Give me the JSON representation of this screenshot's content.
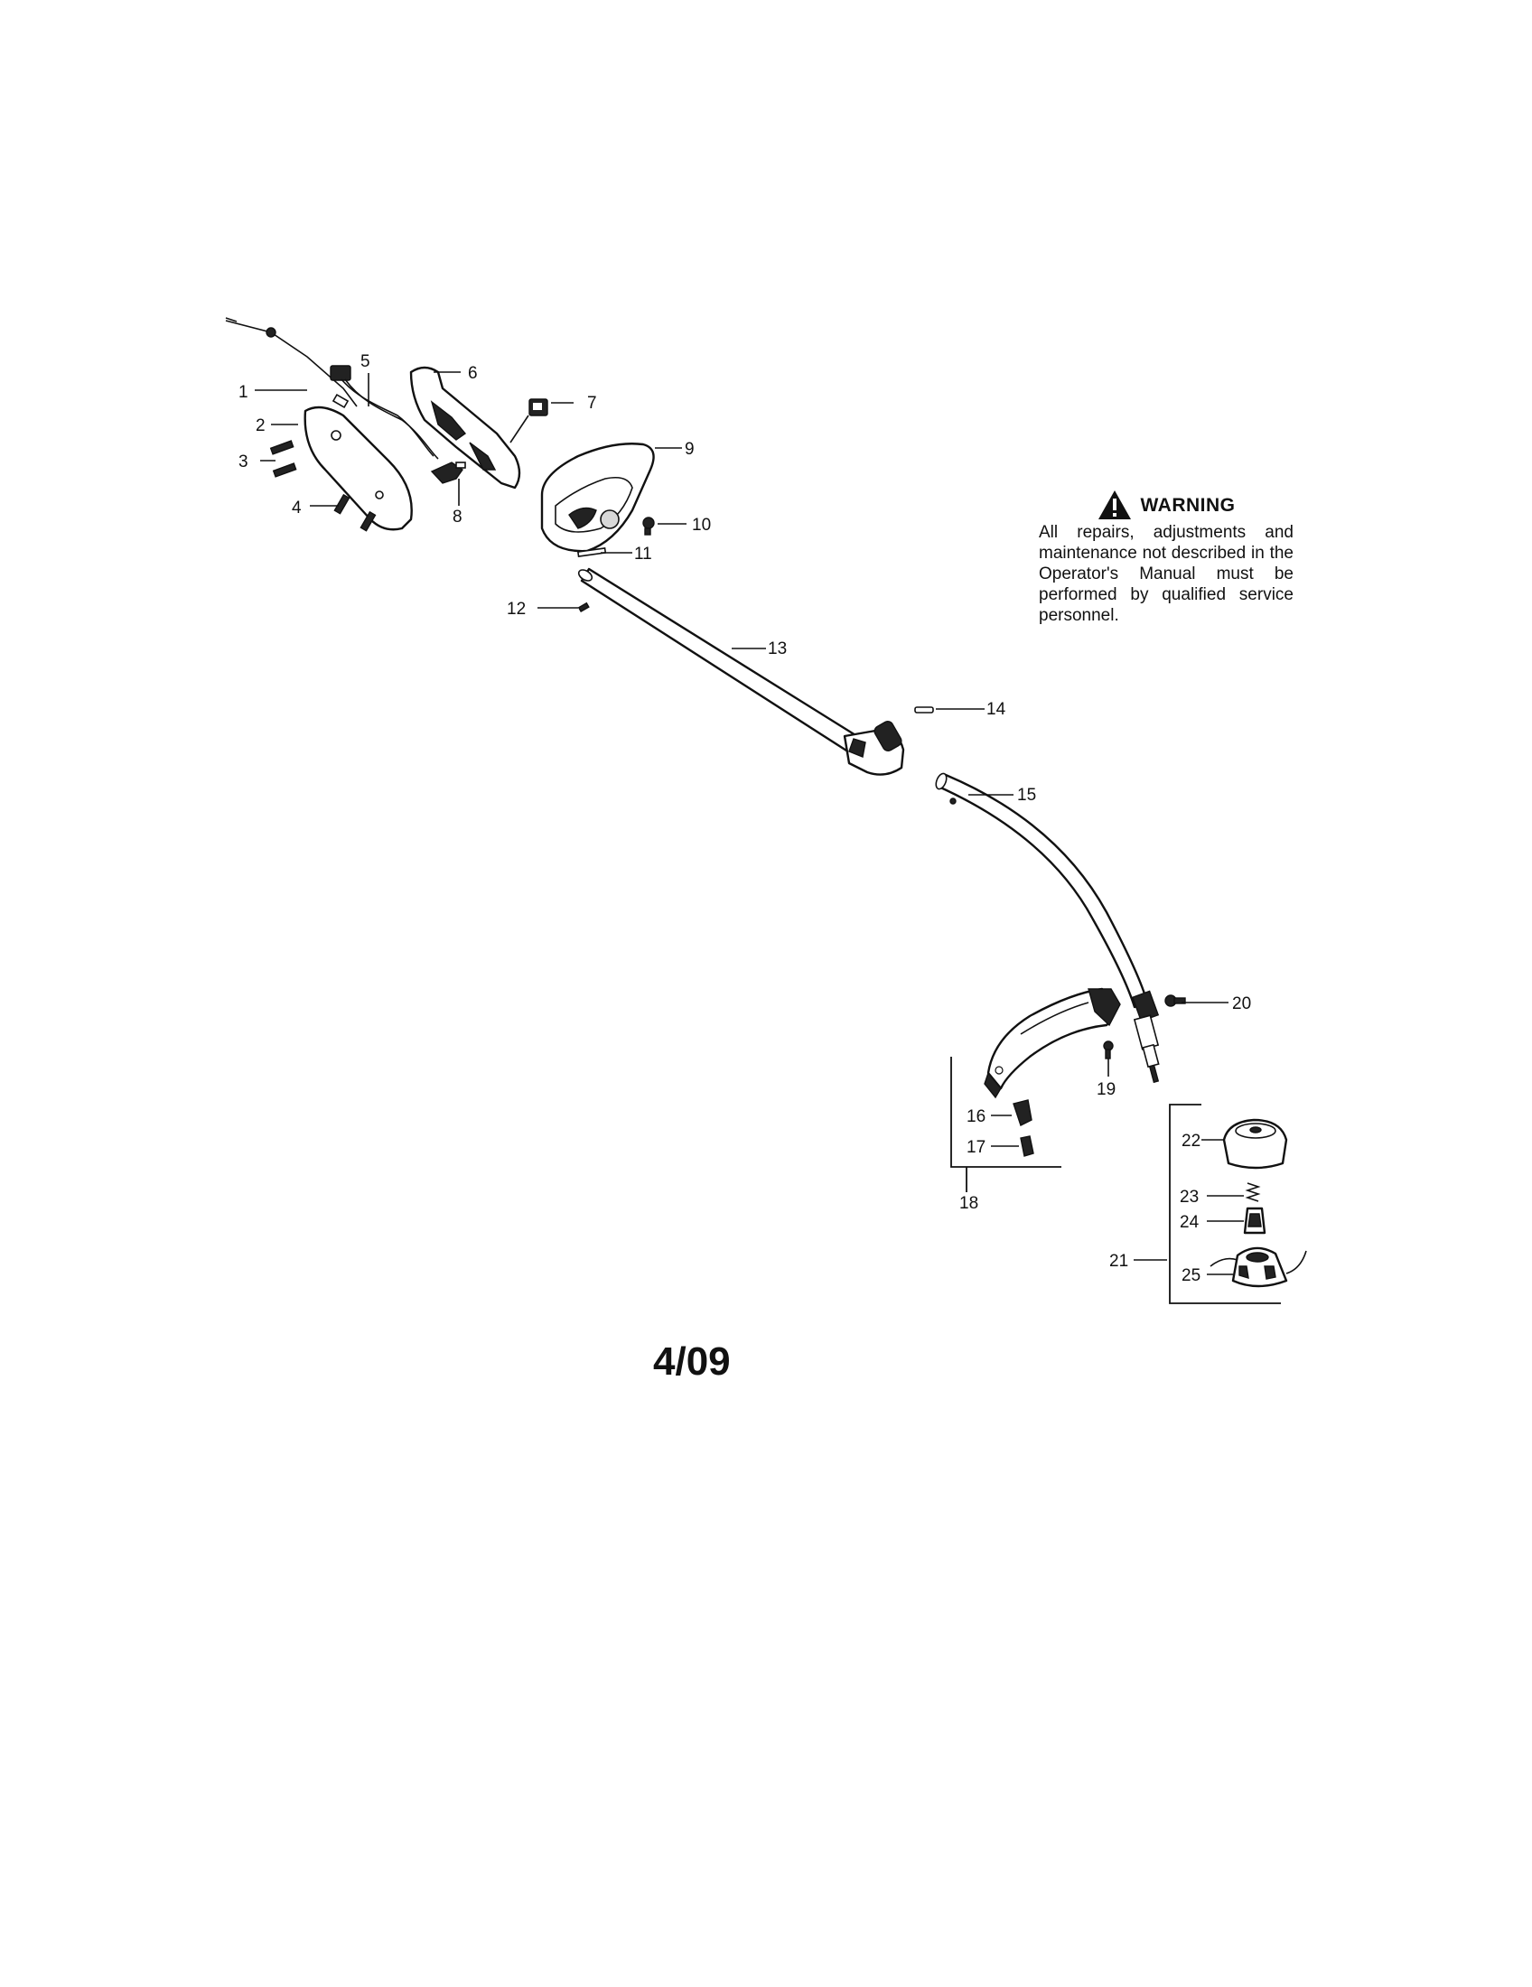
{
  "warning": {
    "title": "WARNING",
    "text": "All repairs, adjustments and maintenance not described in the Operator's Manual must be performed by qualified service personnel."
  },
  "revision_date": "4/09",
  "part_labels": [
    "1",
    "2",
    "3",
    "4",
    "5",
    "6",
    "7",
    "8",
    "9",
    "10",
    "11",
    "12",
    "13",
    "14",
    "15",
    "16",
    "17",
    "18",
    "19",
    "20",
    "21",
    "22",
    "23",
    "24",
    "25"
  ]
}
